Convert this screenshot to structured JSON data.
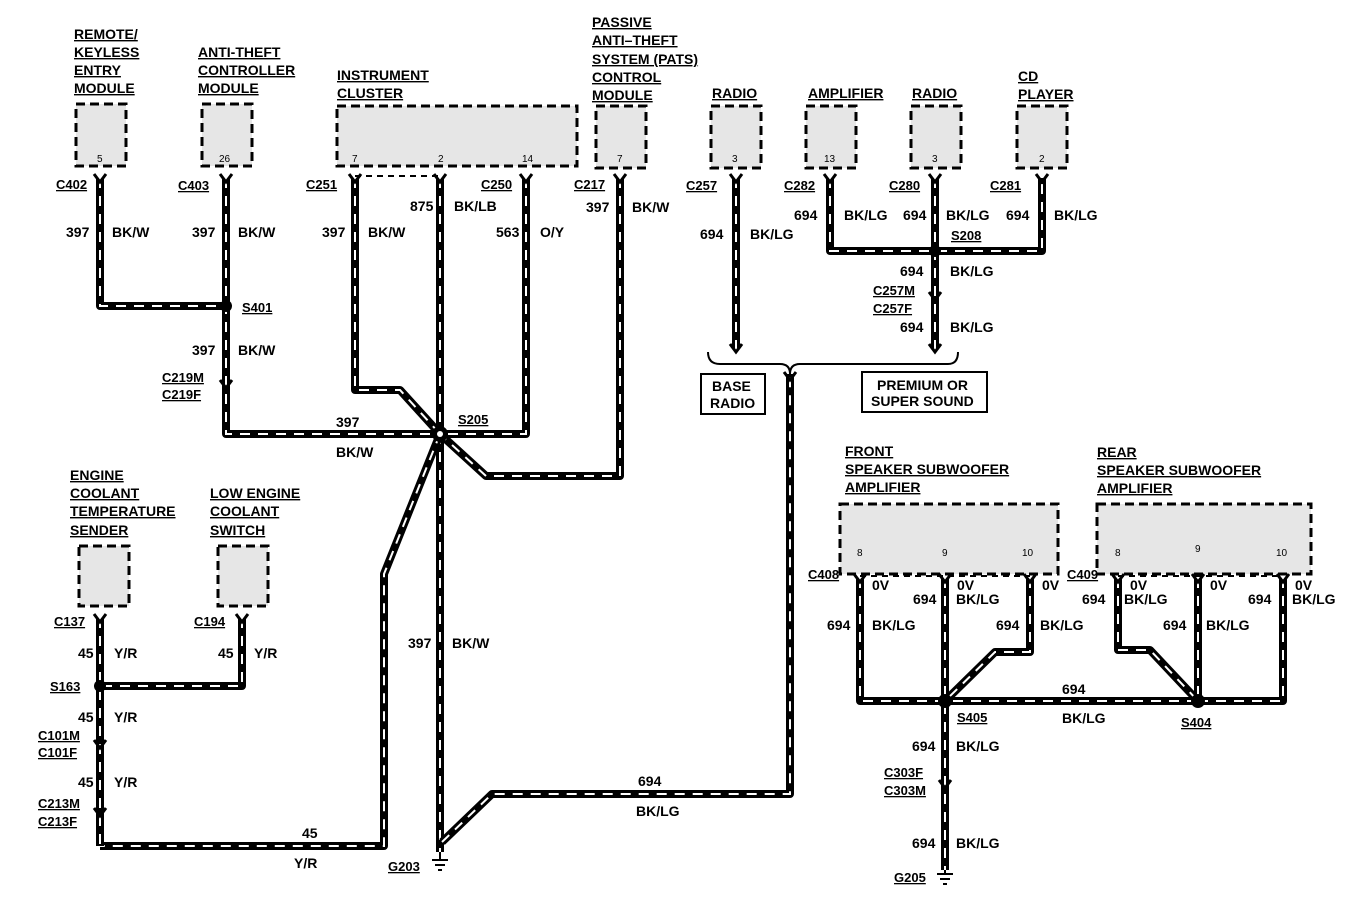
{
  "components": {
    "remote_keyless": [
      "REMOTE/",
      "KEYLESS",
      "ENTRY",
      "MODULE"
    ],
    "anti_theft": [
      "ANTI-THEFT",
      "CONTROLLER",
      "MODULE"
    ],
    "instrument_cluster": [
      "INSTRUMENT",
      "CLUSTER"
    ],
    "pats": [
      "PASSIVE",
      "ANTI–THEFT",
      "SYSTEM (PATS)",
      "CONTROL",
      "MODULE"
    ],
    "radio_base": [
      "RADIO"
    ],
    "amplifier": [
      "AMPLIFIER"
    ],
    "radio_premium": [
      "RADIO"
    ],
    "cd_player": [
      "CD",
      "PLAYER"
    ],
    "engine_coolant_sender": [
      "ENGINE",
      "COOLANT",
      "TEMPERATURE",
      "SENDER"
    ],
    "low_coolant_switch": [
      "LOW ENGINE",
      "COOLANT",
      "SWITCH"
    ],
    "front_sub_amp": [
      "FRONT",
      "SPEAKER SUBWOOFER",
      "AMPLIFIER"
    ],
    "rear_sub_amp": [
      "REAR",
      "SPEAKER SUBWOOFER",
      "AMPLIFIER"
    ]
  },
  "pins": {
    "remote_keyless": "5",
    "anti_theft": "26",
    "cluster_7": "7",
    "cluster_2": "2",
    "cluster_14": "14",
    "pats": "7",
    "radio_base": "3",
    "amplifier": "13",
    "radio_premium": "3",
    "cd_player": "2",
    "front_8": "8",
    "front_9": "9",
    "front_10": "10",
    "rear_8": "8",
    "rear_9": "9",
    "rear_10": "10"
  },
  "connectors": {
    "c402": "C402",
    "c403": "C403",
    "c251": "C251",
    "c250": "C250",
    "c217": "C217",
    "c257": "C257",
    "c282": "C282",
    "c280": "C280",
    "c281": "C281",
    "c257m": "C257M",
    "c257f": "C257F",
    "c219m": "C219M",
    "c219f": "C219F",
    "c137": "C137",
    "c194": "C194",
    "c101m": "C101M",
    "c101f": "C101F",
    "c213m": "C213M",
    "c213f": "C213F",
    "c408": "C408",
    "c409": "C409",
    "c303f": "C303F",
    "c303m": "C303M"
  },
  "splices": {
    "s401": "S401",
    "s205": "S205",
    "s208": "S208",
    "s163": "S163",
    "s405": "S405",
    "s404": "S404"
  },
  "grounds": {
    "g203": "G203",
    "g205": "G205"
  },
  "circuits": {
    "c397": "397",
    "bkw": "BK/W",
    "c875": "875",
    "bklb": "BK/LB",
    "c563": "563",
    "oy": "O/Y",
    "c694": "694",
    "bklg": "BK/LG",
    "c45": "45",
    "yr": "Y/R",
    "ov": "0V"
  },
  "options": {
    "base_radio": [
      "BASE",
      "RADIO"
    ],
    "premium": [
      "PREMIUM OR",
      "SUPER SOUND"
    ]
  },
  "colors": {
    "wire": "#000000",
    "wire_stripe": "#ffffff",
    "component_fill": "#e6e6e6"
  }
}
